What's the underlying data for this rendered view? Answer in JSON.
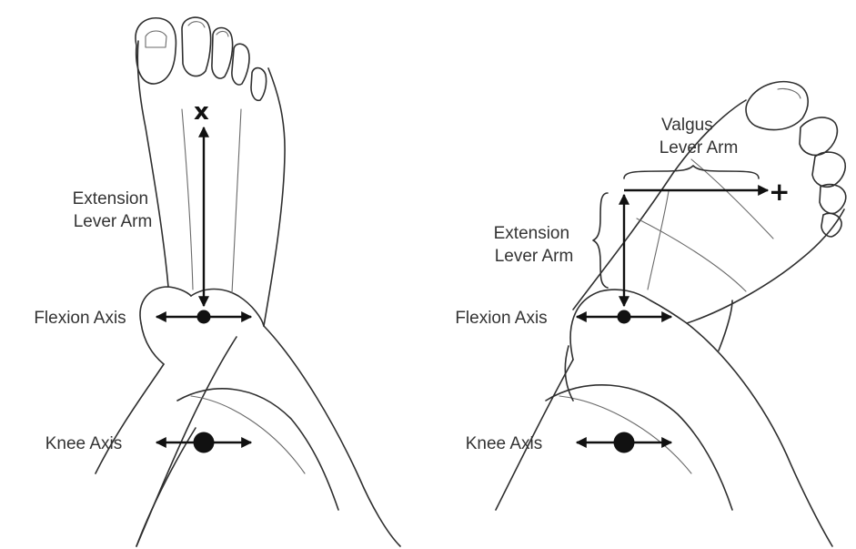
{
  "panels": {
    "left": {
      "extension_label": [
        "Extension",
        "Lever Arm"
      ],
      "flexion_label": "Flexion Axis",
      "knee_label": "Knee Axis",
      "load_mark": "x"
    },
    "right": {
      "valgus_label": [
        "Valgus",
        "Lever Arm"
      ],
      "extension_label": [
        "Extension",
        "Lever Arm"
      ],
      "flexion_label": "Flexion Axis",
      "knee_label": "Knee Axis",
      "load_mark": "+"
    }
  },
  "colors": {
    "ink": "#111111",
    "sketch": "#2f2f2f",
    "text": "#333333",
    "background": "#ffffff"
  }
}
